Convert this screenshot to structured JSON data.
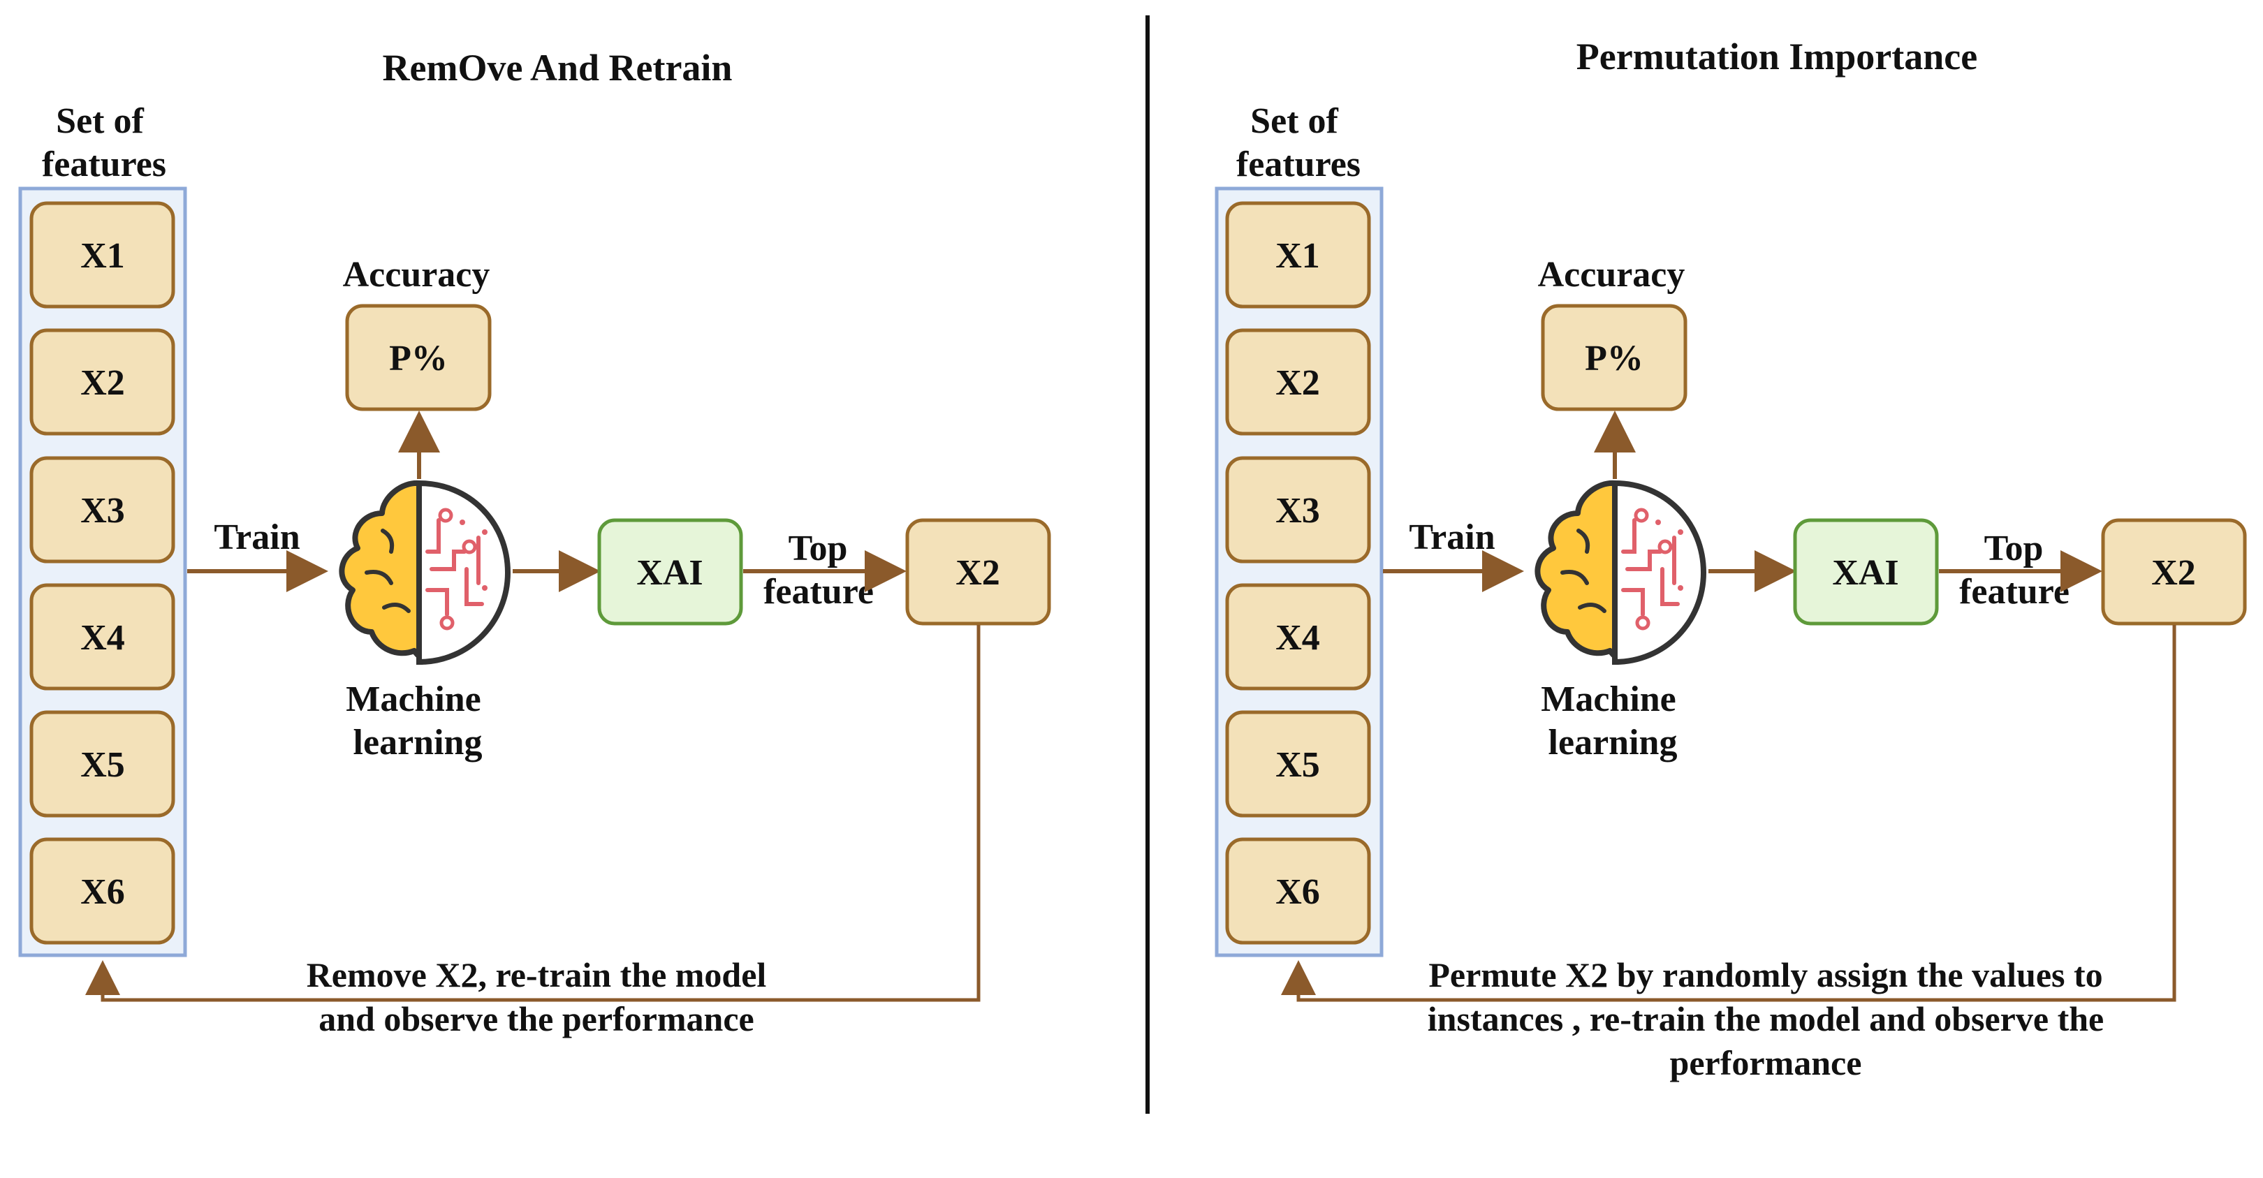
{
  "colors": {
    "arrow": "#8B5A2B",
    "feature_fill": "#F3E1B9",
    "feature_stroke": "#9A6A2A",
    "panel_fill": "#EAF1FA",
    "panel_stroke": "#8EA9D8",
    "xai_fill": "#E6F5D9",
    "xai_stroke": "#5E9A3A",
    "brain_yellow": "#FFC83D",
    "brain_red": "#E0606A",
    "divider": "#111111"
  },
  "icons": {
    "brain": "brain-circuit-icon"
  },
  "left": {
    "title": "RemOve And Retrain",
    "set_label_1": "Set of",
    "set_label_2": "features",
    "features": [
      "X1",
      "X2",
      "X3",
      "X4",
      "X5",
      "X6"
    ],
    "accuracy_label": "Accuracy",
    "accuracy_value": "P%",
    "train_label": "Train",
    "ml_label_1": "Machine",
    "ml_label_2": "learning",
    "xai_label": "XAI",
    "top_label_1": "Top",
    "top_label_2": "feature",
    "top_feature": "X2",
    "caption_lines": [
      "Remove X2, re-train the model",
      "and observe the performance"
    ]
  },
  "right": {
    "title": "Permutation Importance",
    "set_label_1": "Set of",
    "set_label_2": "features",
    "features": [
      "X1",
      "X2",
      "X3",
      "X4",
      "X5",
      "X6"
    ],
    "accuracy_label": "Accuracy",
    "accuracy_value": "P%",
    "train_label": "Train",
    "ml_label_1": "Machine",
    "ml_label_2": "learning",
    "xai_label": "XAI",
    "top_label_1": "Top",
    "top_label_2": "feature",
    "top_feature": "X2",
    "caption_lines": [
      "Permute X2 by randomly assign the values to",
      "instances , re-train the model and observe the",
      "performance"
    ]
  }
}
